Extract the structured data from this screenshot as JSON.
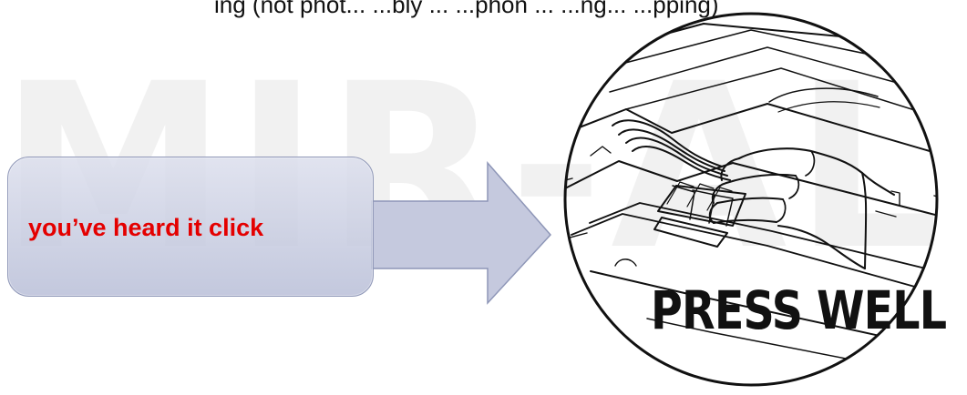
{
  "watermark": {
    "text": "MIR-AL.U"
  },
  "top_strip": {
    "text": "ing (not phot... ...bly ... ...phon ... ...ng... ...pping)"
  },
  "callout": {
    "text": "you’ve heard it click",
    "text_color": "#e40000",
    "box_color": "#c6cbe0"
  },
  "illustration": {
    "label": "PRESS WELL",
    "line_color": "#111111"
  }
}
